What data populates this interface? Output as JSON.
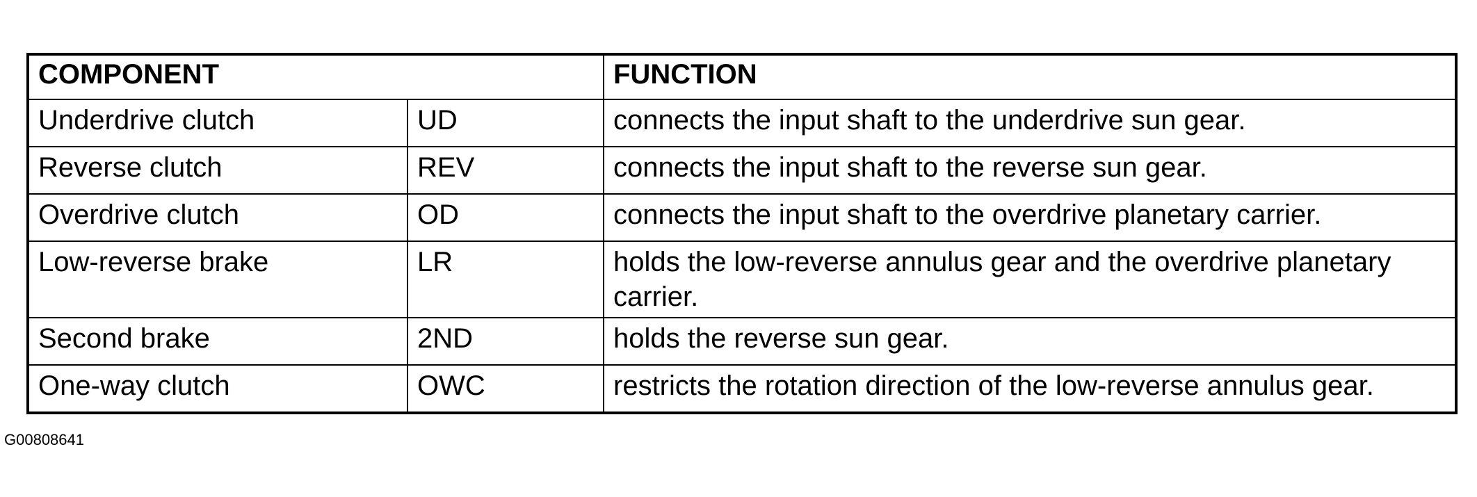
{
  "table": {
    "headers": {
      "component": "COMPONENT",
      "function": "FUNCTION"
    },
    "rows": [
      {
        "name": "Underdrive clutch",
        "abbr": "UD",
        "function": "connects the input shaft to the underdrive sun gear."
      },
      {
        "name": "Reverse clutch",
        "abbr": "REV",
        "function": "connects the input shaft to the reverse sun gear."
      },
      {
        "name": "Overdrive clutch",
        "abbr": "OD",
        "function": "connects the input shaft to the overdrive planetary carrier."
      },
      {
        "name": "Low-reverse brake",
        "abbr": "LR",
        "function": "holds the low-reverse annulus gear and the overdrive planetary carrier."
      },
      {
        "name": "Second brake",
        "abbr": "2ND",
        "function": "holds the reverse sun gear."
      },
      {
        "name": "One-way clutch",
        "abbr": "OWC",
        "function": "restricts the rotation direction of the low-reverse annulus gear."
      }
    ]
  },
  "figure_id": "G00808641"
}
